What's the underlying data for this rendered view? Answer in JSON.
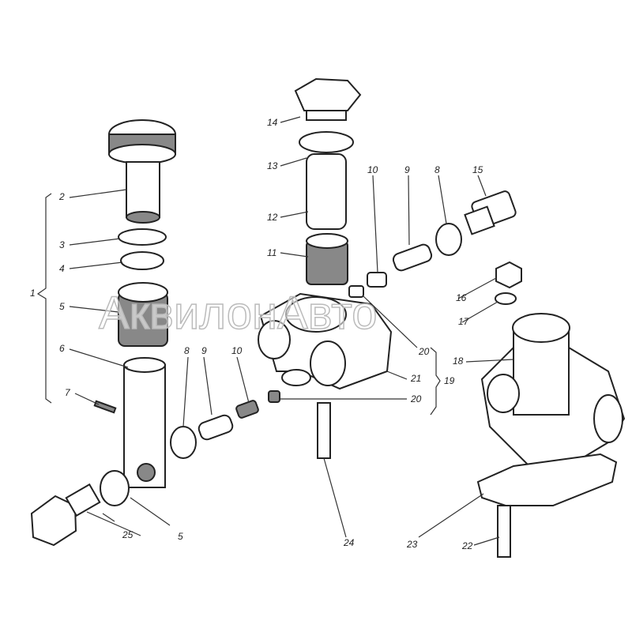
{
  "watermark": "АквилонАвто",
  "labels": {
    "l1": "1",
    "l2": "2",
    "l3": "3",
    "l4": "4",
    "l5": "5",
    "l6": "6",
    "l7": "7",
    "l8a": "8",
    "l9a": "9",
    "l10a": "10",
    "l5b": "5",
    "l25": "25",
    "l24": "24",
    "l23": "23",
    "l22": "22",
    "l14": "14",
    "l13": "13",
    "l12": "12",
    "l11": "11",
    "l10b": "10",
    "l9b": "9",
    "l8b": "8",
    "l15": "15",
    "l16": "16",
    "l17": "17",
    "l18": "18",
    "l19": "19",
    "l20a": "20",
    "l21": "21",
    "l20b": "20"
  }
}
